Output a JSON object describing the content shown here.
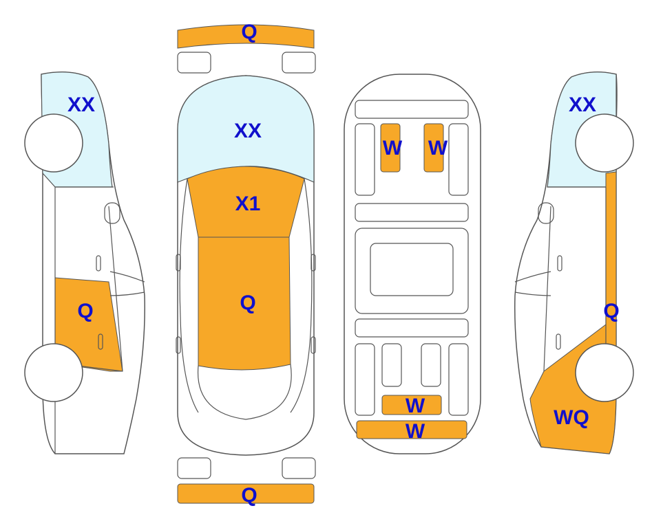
{
  "colors": {
    "damaged": "#F7A828",
    "glass": "#DDF6FB",
    "outline": "#555555",
    "label": "#1010CC",
    "body": "#ffffff"
  },
  "labels": {
    "front_bumper": "Q",
    "top_windshield": "XX",
    "top_hood": "X1",
    "top_roof": "Q",
    "rear_bumper": "Q",
    "left_windshield": "XX",
    "left_door": "Q",
    "seat_left": "W",
    "seat_right": "W",
    "floor_rear_a": "W",
    "floor_rear_b": "W",
    "right_windshield": "XX",
    "right_pillar": "Q",
    "right_quarter": "WQ"
  }
}
